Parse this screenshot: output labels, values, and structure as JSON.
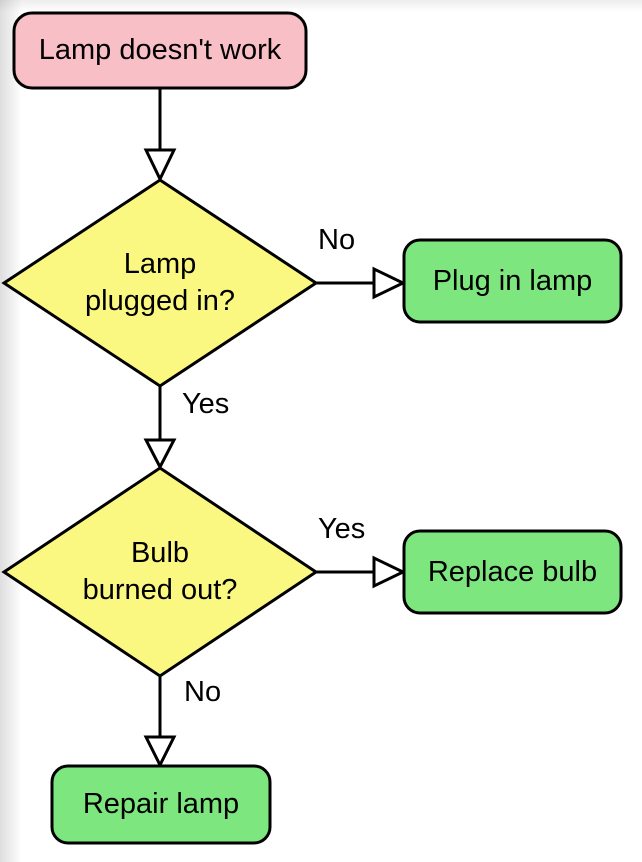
{
  "nodes": {
    "start": {
      "label": "Lamp doesn't work"
    },
    "decision1": {
      "line1": "Lamp",
      "line2": "plugged in?"
    },
    "action_plug": {
      "label": "Plug in lamp"
    },
    "decision2": {
      "line1": "Bulb",
      "line2": "burned out?"
    },
    "action_replace": {
      "label": "Replace bulb"
    },
    "action_repair": {
      "label": "Repair lamp"
    }
  },
  "edges": {
    "decision1_no": {
      "label": "No"
    },
    "decision1_yes": {
      "label": "Yes"
    },
    "decision2_yes": {
      "label": "Yes"
    },
    "decision2_no": {
      "label": "No"
    }
  },
  "colors": {
    "start_fill": "#f9bfc7",
    "decision_fill": "#fbf881",
    "action_fill": "#7ee67e",
    "line": "#000000",
    "arrowhead_fill": "#ffffff"
  }
}
